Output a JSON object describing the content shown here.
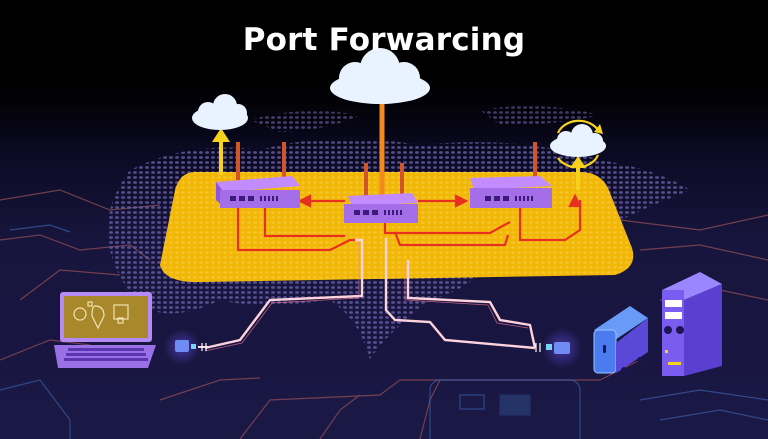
{
  "title": "Port Forwarcing",
  "colors": {
    "background_top": "#000000",
    "background_board": "#1a1845",
    "platform": "#f2b705",
    "router_body": "#a46ee8",
    "router_top": "#c28bff",
    "antenna": "#d2552a",
    "arrow_red": "#e8301e",
    "arrow_yellow": "#f7d21c",
    "cable_pink": "#ffd3dc",
    "cloud": "#e8f3ff",
    "server_blue": "#4a7cf0",
    "server_purple": "#7b5cf0",
    "trace": "#8a4a55",
    "map_dots": "#6d62a8"
  },
  "diagram": {
    "nodes": [
      {
        "id": "cloud-left",
        "type": "cloud",
        "label": ""
      },
      {
        "id": "cloud-center",
        "type": "cloud",
        "label": ""
      },
      {
        "id": "cloud-right",
        "type": "cloud-sync",
        "label": ""
      },
      {
        "id": "router-left",
        "type": "router",
        "ports": 3
      },
      {
        "id": "router-center",
        "type": "router",
        "ports": 3
      },
      {
        "id": "router-right",
        "type": "router",
        "ports": 3
      },
      {
        "id": "laptop",
        "type": "laptop",
        "label": ""
      },
      {
        "id": "device-left",
        "type": "network-device",
        "label": ""
      },
      {
        "id": "device-right",
        "type": "network-device",
        "label": ""
      },
      {
        "id": "server-small",
        "type": "server",
        "label": ""
      },
      {
        "id": "server-tower",
        "type": "server",
        "label": ""
      }
    ],
    "edges": [
      {
        "from": "router-left",
        "to": "cloud-left",
        "style": "yellow-arrow-up"
      },
      {
        "from": "router-center",
        "to": "cloud-center",
        "style": "orange-line"
      },
      {
        "from": "router-right",
        "to": "cloud-right",
        "style": "yellow-arrow-up"
      },
      {
        "from": "router-center",
        "to": "router-left",
        "style": "red-arrow"
      },
      {
        "from": "router-center",
        "to": "router-right",
        "style": "red-arrow"
      },
      {
        "from": "router-left",
        "to": "device-left",
        "style": "pink-cable"
      },
      {
        "from": "router-right",
        "to": "device-right",
        "style": "pink-cable"
      },
      {
        "from": "router-center",
        "to": "device-right",
        "style": "pink-cable"
      }
    ]
  }
}
